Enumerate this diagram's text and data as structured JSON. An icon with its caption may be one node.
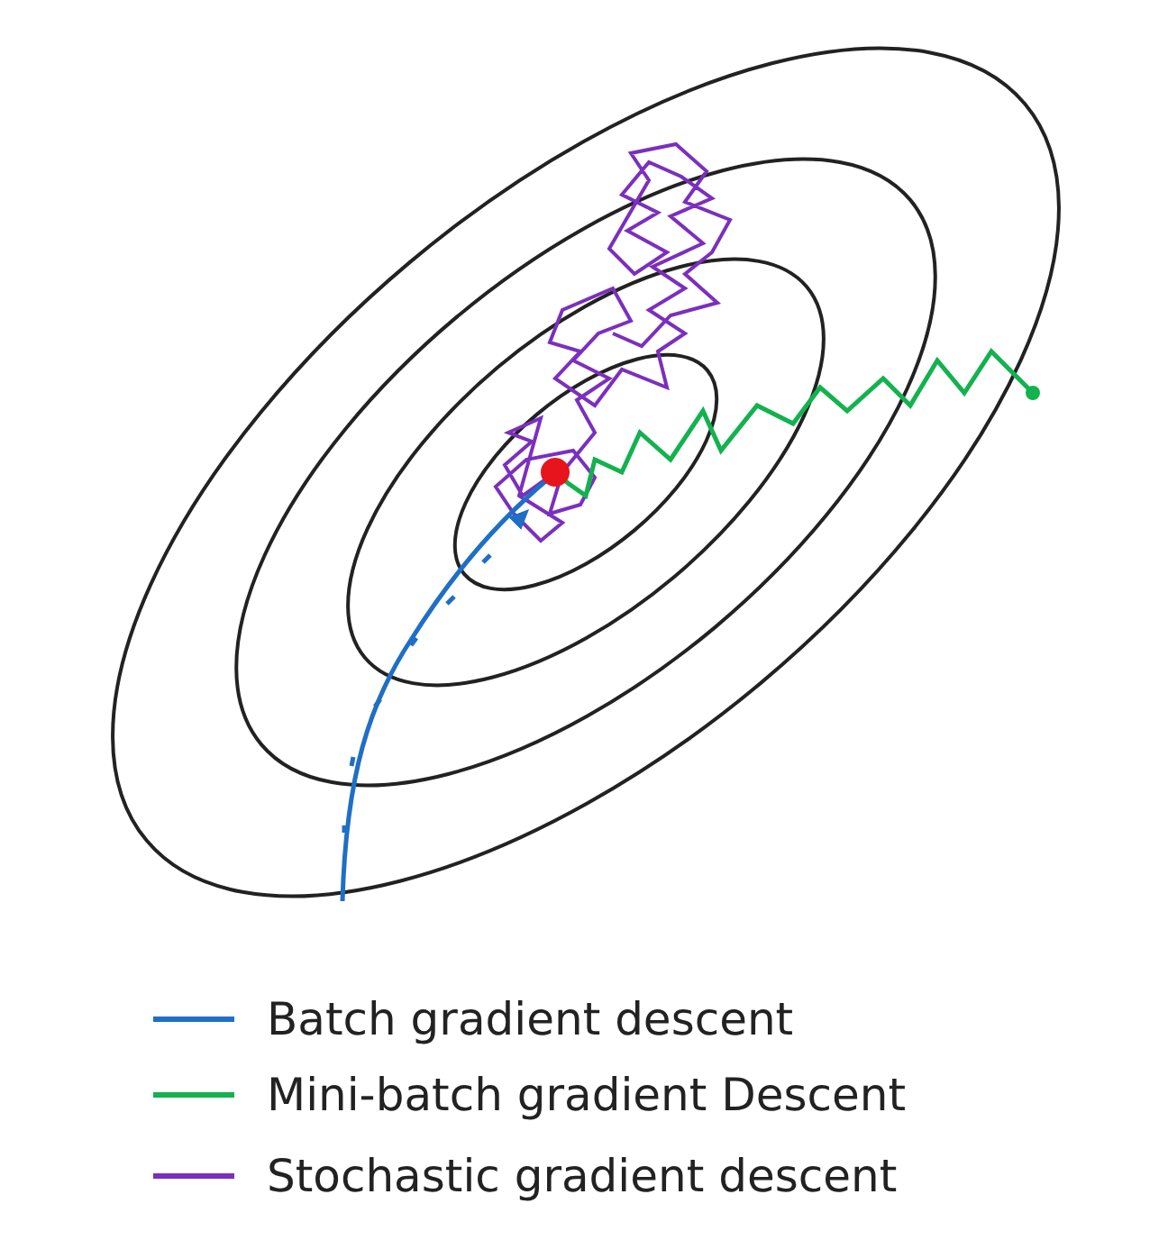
{
  "diagram": {
    "legend": [
      {
        "text": "Batch gradient descent"
      },
      {
        "text": "Mini-batch gradient Descent"
      },
      {
        "text": "Stochastic gradient descent"
      }
    ]
  }
}
